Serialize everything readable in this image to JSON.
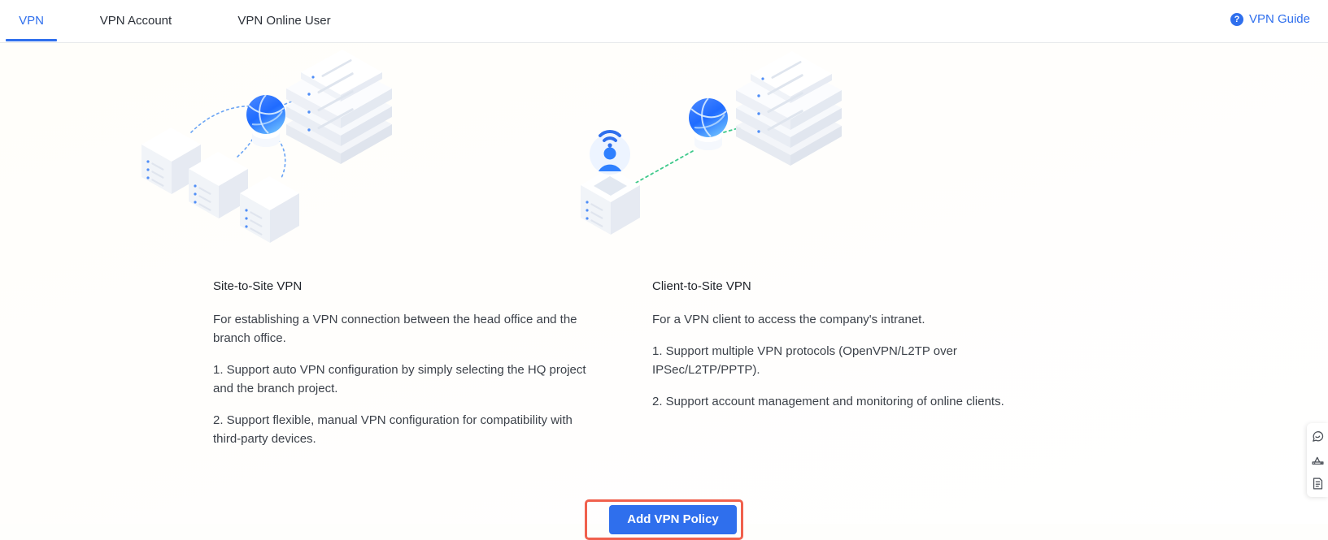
{
  "tabs": [
    {
      "label": "VPN",
      "active": true
    },
    {
      "label": "VPN Account",
      "active": false
    },
    {
      "label": "VPN Online User",
      "active": false
    }
  ],
  "guide": {
    "label": "VPN Guide",
    "icon": "question-circle-icon"
  },
  "sections": [
    {
      "illustration": "site-to-site-vpn-diagram",
      "heading": "Site-to-Site VPN",
      "paragraphs": [
        "For establishing a VPN connection between the head office and the branch office.",
        "1. Support auto VPN configuration by simply selecting the HQ project and the branch project.",
        "2. Support flexible, manual VPN configuration for compatibility with third-party devices."
      ]
    },
    {
      "illustration": "client-to-site-vpn-diagram",
      "heading": "Client-to-Site VPN",
      "paragraphs": [
        "For a VPN client to access the company's intranet.",
        "1. Support multiple VPN protocols (OpenVPN/L2TP over IPSec/L2TP/PPTP).",
        "2. Support account management and monitoring of online clients."
      ]
    }
  ],
  "primary_action": {
    "label": "Add VPN Policy",
    "highlighted": true,
    "highlight_color": "#f0604d",
    "button_color": "#2f6fed"
  },
  "dock": {
    "items": [
      {
        "icon": "chat-bubble-icon"
      },
      {
        "icon": "device-router-icon"
      },
      {
        "icon": "document-list-icon"
      }
    ]
  },
  "colors": {
    "accent": "#2f6fed",
    "text": "#1f2329",
    "body_text": "#3c4149",
    "background": "#fefefc",
    "highlight": "#f0604d",
    "link_green": "#3ec98b"
  }
}
